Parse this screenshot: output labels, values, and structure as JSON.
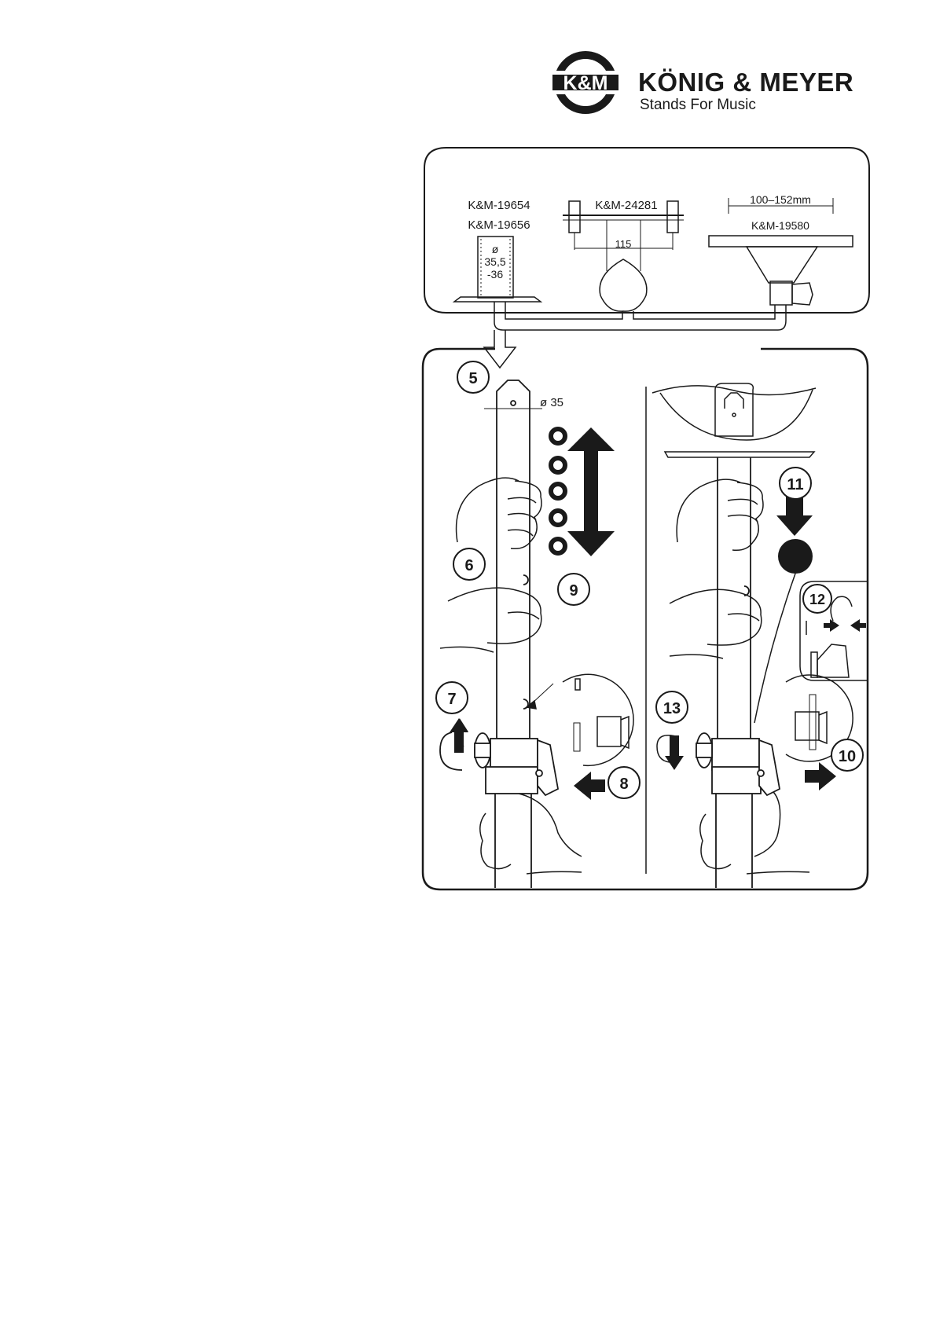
{
  "brand": {
    "logo_text": "K&M",
    "name": "KÖNIG & MEYER",
    "tagline": "Stands For Music"
  },
  "adapters": {
    "flange": {
      "model_a": "K&M-19654",
      "model_b": "K&M-19656",
      "diameter_symbol": "ø",
      "diameter_value": "35,5",
      "diameter_range": "-36"
    },
    "bracket": {
      "model": "K&M-24281",
      "dimension": "115"
    },
    "clamp": {
      "model": "K&M-19580",
      "range": "100–152mm"
    }
  },
  "steps": {
    "s5": "5",
    "s6": "6",
    "s7": "7",
    "s8": "8",
    "s9": "9",
    "s10": "10",
    "s11": "11",
    "s12": "12",
    "s13": "13"
  },
  "pole": {
    "diameter_label": "ø 35"
  },
  "colors": {
    "ink": "#1a1a1a",
    "paper": "#ffffff"
  }
}
